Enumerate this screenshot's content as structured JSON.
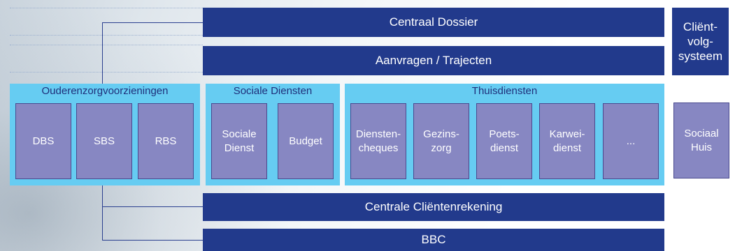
{
  "bars": {
    "centraal_dossier": "Centraal Dossier",
    "aanvragen": "Aanvragen / Trajecten",
    "clientenrekening": "Centrale Cliëntenrekening",
    "bbc": "BBC"
  },
  "client_volg": "Cliënt-\nvolg-\nsysteem",
  "groups": {
    "ouderen": {
      "title": "Ouderenzorgvoorzieningen",
      "tiles": [
        "DBS",
        "SBS",
        "RBS"
      ]
    },
    "sociale": {
      "title": "Sociale Diensten",
      "tiles": [
        "Sociale\nDienst",
        "Budget"
      ]
    },
    "thuis": {
      "title": "Thuisdiensten",
      "tiles": [
        "Diensten-\ncheques",
        "Gezins-\nzorg",
        "Poets-\ndienst",
        "Karwei-\ndienst",
        "..."
      ]
    }
  },
  "sociaal_huis": "Sociaal\nHuis",
  "colors": {
    "dark_navy": "#223a8c",
    "light_blue_group": "#66ccf2",
    "tile_purple": "#8787c2"
  }
}
